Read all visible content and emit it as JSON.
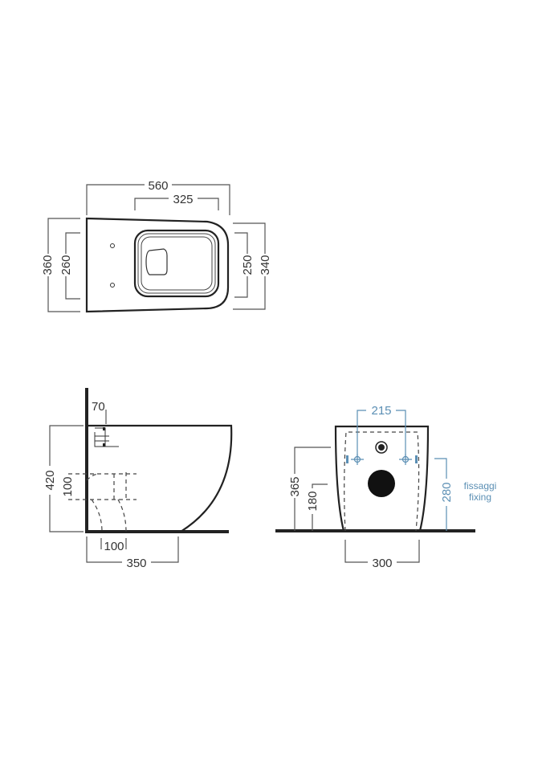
{
  "top_view": {
    "width_total": "560",
    "bowl_width": "325",
    "depth_left_outer": "360",
    "depth_left_inner": "260",
    "depth_right_inner": "250",
    "depth_right_outer": "340"
  },
  "side_view": {
    "height": "420",
    "outlet_height": "100",
    "wall_offset": "70",
    "outlet_distance": "100",
    "base_length": "350"
  },
  "front_view": {
    "fixing_distance": "215",
    "height_365": "365",
    "height_180": "180",
    "fixing_height": "280",
    "fixing_label_it": "fissaggi",
    "fixing_label_en": "fixing",
    "base_width": "300"
  },
  "colors": {
    "line": "#222222",
    "dimension": "#555555",
    "fixing": "#5b8fb4"
  }
}
